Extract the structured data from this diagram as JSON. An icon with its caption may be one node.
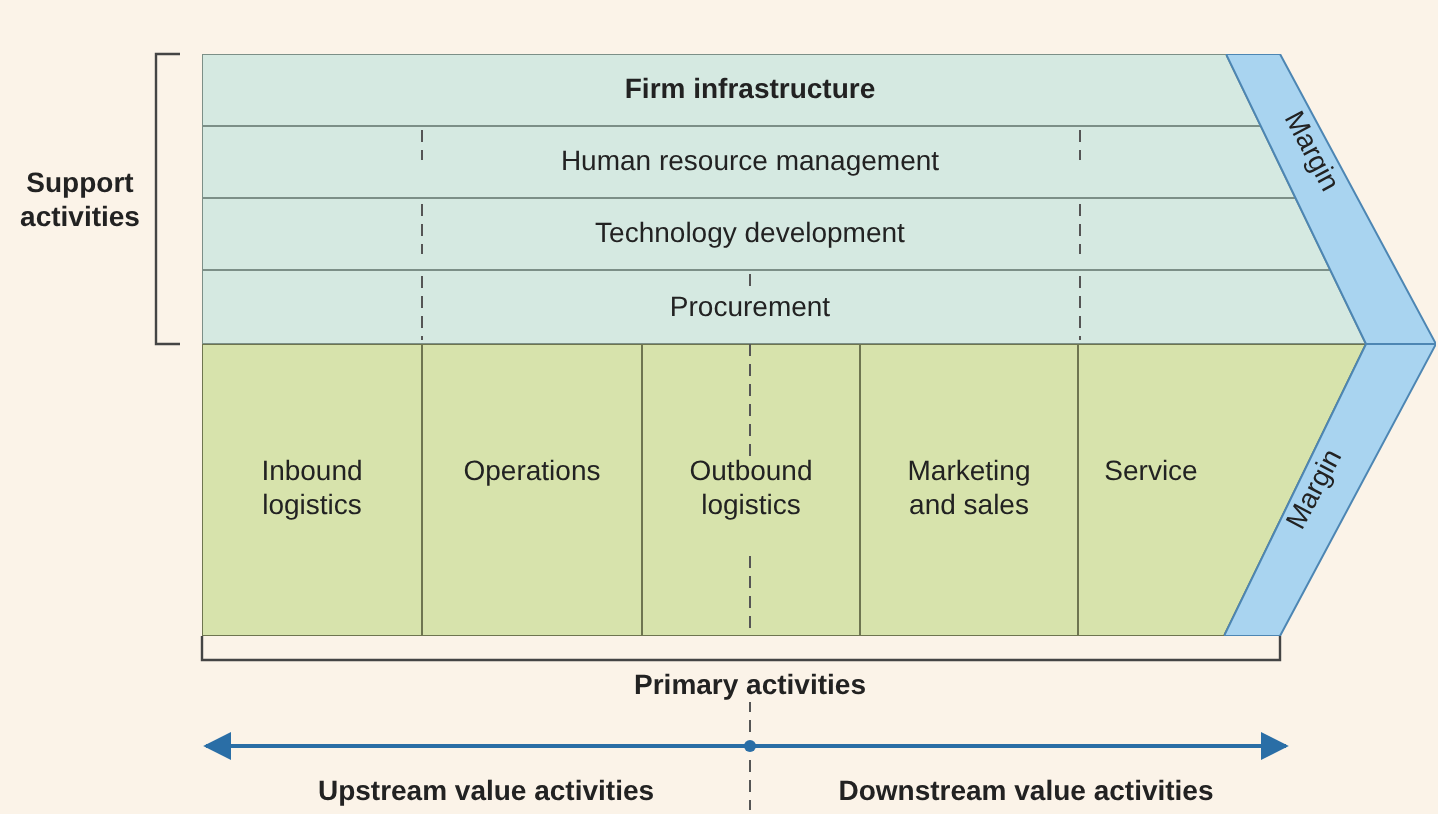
{
  "diagram": {
    "nodes": [
      {
        "text": [
          "Firm infrastructure"
        ]
      },
      {
        "text": [
          "Human resource management"
        ]
      },
      {
        "text": [
          "Technology development"
        ]
      },
      {
        "text": [
          "Procurement"
        ]
      },
      {
        "text": [
          "Inbound logistics"
        ]
      },
      {
        "text": [
          "Operations"
        ]
      },
      {
        "text": [
          "Outbound logistics"
        ]
      },
      {
        "text": [
          "Marketing and sales"
        ]
      },
      {
        "text": [
          "Service"
        ]
      },
      {
        "text": [
          "Margin"
        ]
      },
      {
        "text": [
          "Margin"
        ]
      }
    ],
    "labels": [
      "Support activities",
      "Primary activities",
      "Upstream value activities",
      "Downstream value activities"
    ]
  }
}
